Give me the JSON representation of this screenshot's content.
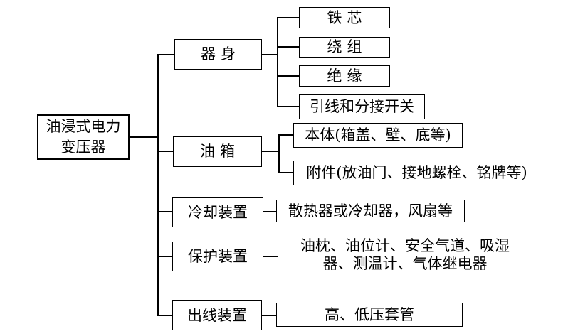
{
  "figure": {
    "title_meaning": "oil-immersed power transformer component tree",
    "colors": {
      "line": "#000000",
      "background": "#ffffff",
      "text": "#000000"
    },
    "root": {
      "label": "油浸式电力\n变压器"
    },
    "branches": [
      {
        "label": "器身",
        "children": [
          "铁芯",
          "绕组",
          "绝缘",
          "引线和分接开关"
        ]
      },
      {
        "label": "油箱",
        "children": [
          "本体(箱盖、壁、底等)",
          "附件(放油门、接地螺栓、铭牌等)"
        ]
      },
      {
        "label": "冷却装置",
        "children": [
          "散热器或冷却器，风扇等"
        ]
      },
      {
        "label": "保护装置",
        "children": [
          "油枕、油位计、安全气道、吸湿\n器、测温计、气体继电器"
        ]
      },
      {
        "label": "出线装置",
        "children": [
          "高、低压套管"
        ]
      }
    ]
  }
}
